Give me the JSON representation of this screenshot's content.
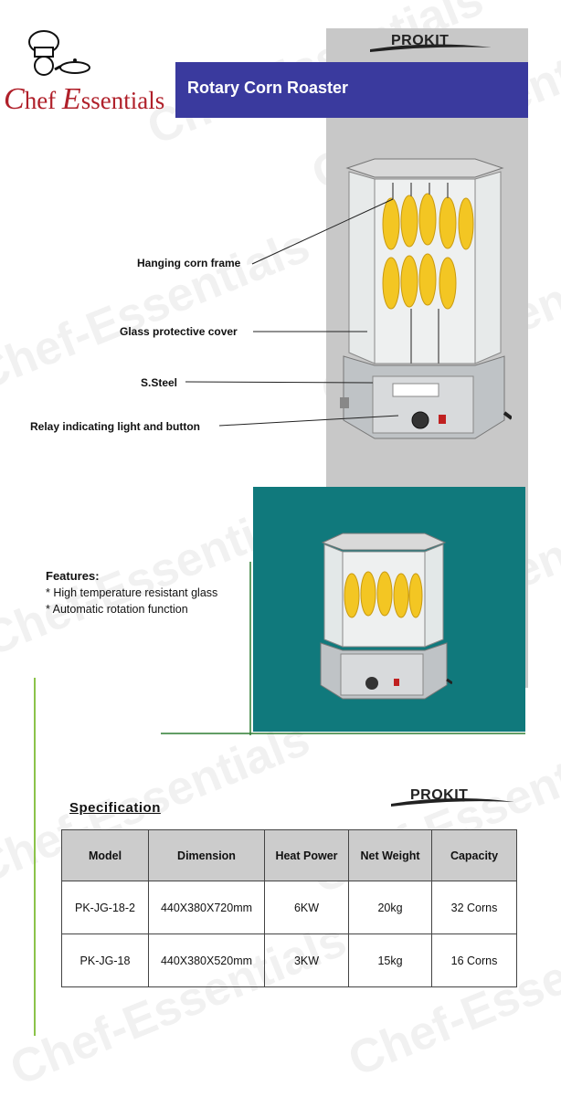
{
  "logo": {
    "initial1": "C",
    "rest1": "hef ",
    "initial2": "E",
    "rest2": "ssentials",
    "watermark": "Chef-Essentials"
  },
  "header": {
    "title": "Rotary Corn Roaster",
    "brand": "PROKIT"
  },
  "callouts": [
    {
      "label": "Hanging corn frame"
    },
    {
      "label": "Glass protective cover"
    },
    {
      "label": "S.Steel"
    },
    {
      "label": "Relay indicating light and button"
    }
  ],
  "features": {
    "heading": "Features:",
    "items": [
      "* High temperature resistant glass",
      "* Automatic rotation function"
    ]
  },
  "specification": {
    "title": "Specification",
    "brand": "PROKIT",
    "headers": [
      "Model",
      "Dimension",
      "Heat Power",
      "Net Weight",
      "Capacity"
    ],
    "rows": [
      [
        "PK-JG-18-2",
        "440X380X720mm",
        "6KW",
        "20kg",
        "32 Corns"
      ],
      [
        "PK-JG-18",
        "440X380X520mm",
        "3KW",
        "15kg",
        "16 Corns"
      ]
    ]
  },
  "colors": {
    "title_bar": "#3a3a9e",
    "teal": "#10797c",
    "accent_green": "#8bc34a",
    "corn": "#f3c623",
    "logo_red": "#b0202a"
  }
}
